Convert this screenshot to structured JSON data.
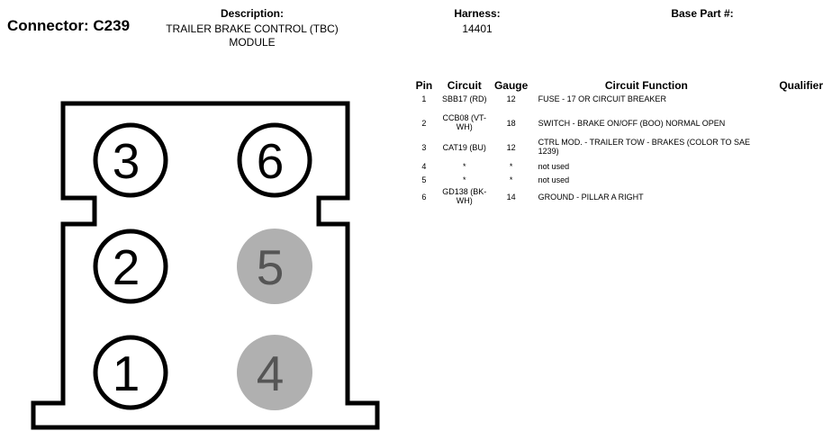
{
  "connector": {
    "label": "Connector: C239",
    "description_label": "Description:",
    "description_value": "TRAILER BRAKE CONTROL (TBC) MODULE",
    "harness_label": "Harness:",
    "harness_value": "14401",
    "base_part_label": "Base Part #:"
  },
  "table": {
    "headers": {
      "pin": "Pin",
      "circuit": "Circuit",
      "gauge": "Gauge",
      "function": "Circuit Function",
      "qualifier": "Qualifier"
    },
    "rows": [
      {
        "pin": "1",
        "circuit": "SBB17 (RD)",
        "gauge": "12",
        "function": "FUSE - 17 OR CIRCUIT BREAKER"
      },
      {
        "pin": "2",
        "circuit": "CCB08 (VT-WH)",
        "gauge": "18",
        "function": "SWITCH - BRAKE ON/OFF (BOO) NORMAL OPEN"
      },
      {
        "pin": "3",
        "circuit": "CAT19 (BU)",
        "gauge": "12",
        "function": "CTRL MOD. - TRAILER TOW - BRAKES (COLOR TO SAE 1239)"
      },
      {
        "pin": "4",
        "circuit": "*",
        "gauge": "*",
        "function": "not used"
      },
      {
        "pin": "5",
        "circuit": "*",
        "gauge": "*",
        "function": "not used"
      },
      {
        "pin": "6",
        "circuit": "GD138 (BK-WH)",
        "gauge": "14",
        "function": "GROUND - PILLAR A RIGHT"
      }
    ]
  },
  "cavities": [
    {
      "number": "3",
      "used": true
    },
    {
      "number": "6",
      "used": true
    },
    {
      "number": "2",
      "used": true
    },
    {
      "number": "5",
      "used": false
    },
    {
      "number": "1",
      "used": true
    },
    {
      "number": "4",
      "used": false
    }
  ],
  "colors": {
    "outline": "#000000",
    "unused_fill": "#b0b0b0",
    "unused_text": "#555555",
    "used_fill": "#ffffff"
  }
}
